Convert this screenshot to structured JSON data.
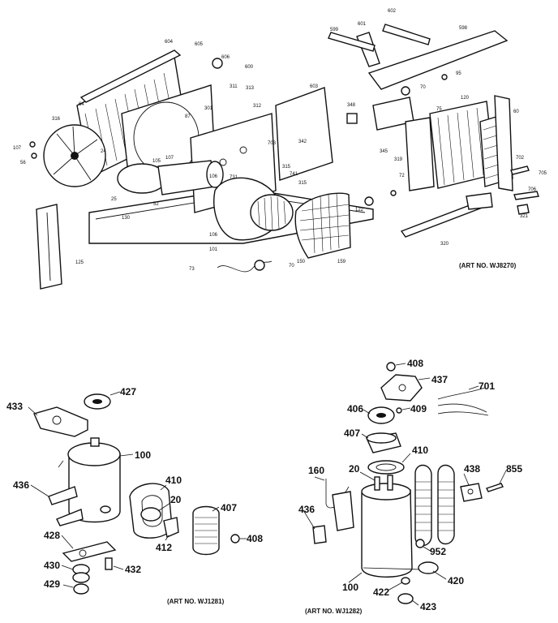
{
  "art_numbers": {
    "top": "(ART NO. WJ8270)",
    "bottom_left": "(ART NO. WJ1281)",
    "bottom_right": "(ART NO. WJ1282)"
  },
  "callouts_left": [
    "427",
    "433",
    "100",
    "436",
    "410",
    "20",
    "407",
    "428",
    "408",
    "412",
    "430",
    "432",
    "429"
  ],
  "callouts_right": [
    "408",
    "437",
    "701",
    "406",
    "409",
    "407",
    "410",
    "160",
    "20",
    "438",
    "855",
    "436",
    "952",
    "100",
    "422",
    "420",
    "423"
  ],
  "callouts_top": [
    "602",
    "601",
    "599",
    "598",
    "70",
    "95",
    "604",
    "605",
    "606",
    "120",
    "600",
    "603",
    "311",
    "313",
    "301",
    "87",
    "312",
    "348",
    "60",
    "75",
    "64",
    "316",
    "107",
    "56",
    "24",
    "25",
    "105",
    "107",
    "130",
    "52",
    "106",
    "703",
    "731",
    "741",
    "342",
    "315",
    "345",
    "319",
    "72",
    "702",
    "705",
    "706",
    "321",
    "320",
    "101",
    "70",
    "73",
    "106",
    "315",
    "150",
    "159",
    "122",
    "125"
  ]
}
